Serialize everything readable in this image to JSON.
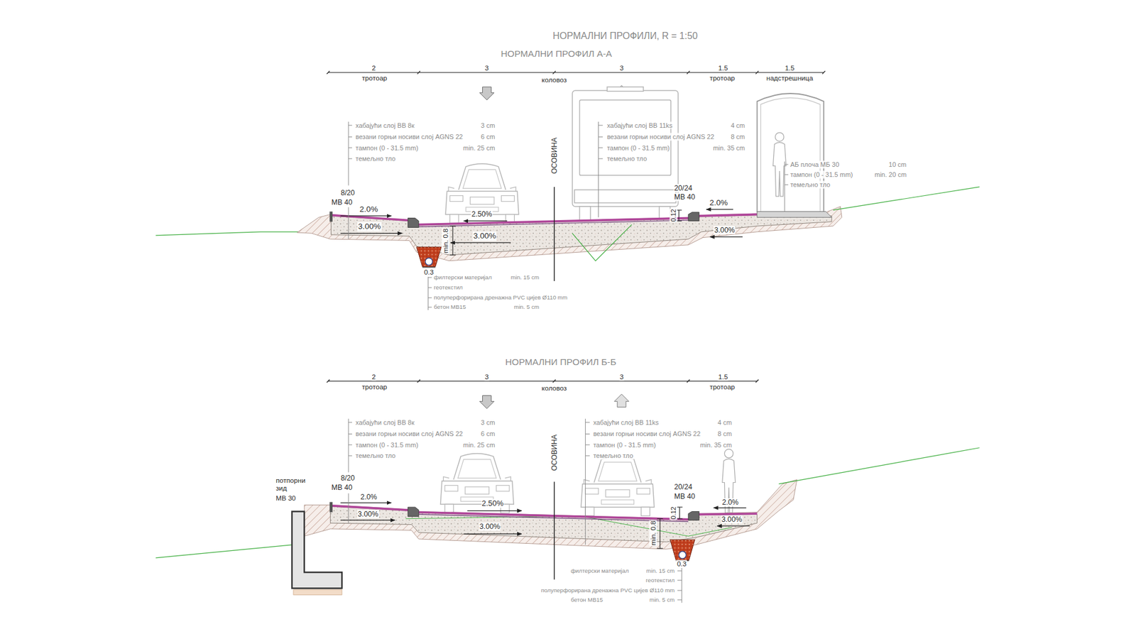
{
  "diagram": {
    "title": "НОРМАЛНИ ПРОФИЛИ, R = 1:50",
    "labels": [
      "НОРМАЛНИ ПРОФИЛ А-А",
      "2",
      "тротоар",
      "3",
      "коловоз",
      "3",
      "1.5",
      "тротоар",
      "1.5",
      "надстрешница",
      "хабајући слој ВВ 8к",
      "3 cm",
      "везани горњи носиви слој AGNS 22",
      "6 cm",
      "тампон (0 - 31.5 mm)",
      "min. 25 cm",
      "темељно тло",
      "хабајући слој ВВ 11ks",
      "4 cm",
      "везани горњи носиви слој AGNS 22",
      "8 cm",
      "тампон (0 - 31.5 mm)",
      "min. 35 cm",
      "темељно тло",
      "ОСОВИНА",
      "АБ плоча МБ 30",
      "10 cm",
      "тампон (0 - 31.5 mm)",
      "min. 20 cm",
      "темељно тло",
      "8/20",
      "МВ 40",
      "20/24",
      "МВ 40",
      "2.0%",
      "3.00%",
      "2.50%",
      "3.00%",
      "2.0%",
      "3.00%",
      "min. 0.8",
      "0.12",
      "0.3",
      "филтерски материјал",
      "min. 15 cm",
      "геотекстил",
      "полуперфорирана дренажна PVC цијев Ø110 mm",
      "бетон  МВ15",
      "min. 5 cm",
      "НОРМАЛНИ ПРОФИЛ Б-Б",
      "2",
      "тротоар",
      "3",
      "коловоз",
      "3",
      "1.5",
      "тротоар",
      "хабајући слој ВВ 8к",
      "3 cm",
      "везани горњи носиви слој AGNS 22",
      "6 cm",
      "тампон (0 - 31.5 mm)",
      "min. 25 cm",
      "темељно тло",
      "хабајући слој ВВ 11ks",
      "4 cm",
      "везани горњи носиви слој AGNS 22",
      "8 cm",
      "тампон (0 - 31.5 mm)",
      "min. 35 cm",
      "темељно тло",
      "ОСОВИНА",
      "потпорни зид",
      "МВ 30",
      "8/20",
      "МВ 40",
      "20/24",
      "МВ 40",
      "2.0%",
      "3.00%",
      "2.50%",
      "3.00%",
      "2.0%",
      "3.00%",
      "min. 0.8",
      "0.12",
      "0.3",
      "филтерски материјал",
      "min. 15 cm",
      "геотекстил",
      "полуперфорирана дренажна PVC цијев Ø110 mm",
      "бетон  МВ15",
      "min. 5 cm"
    ]
  }
}
